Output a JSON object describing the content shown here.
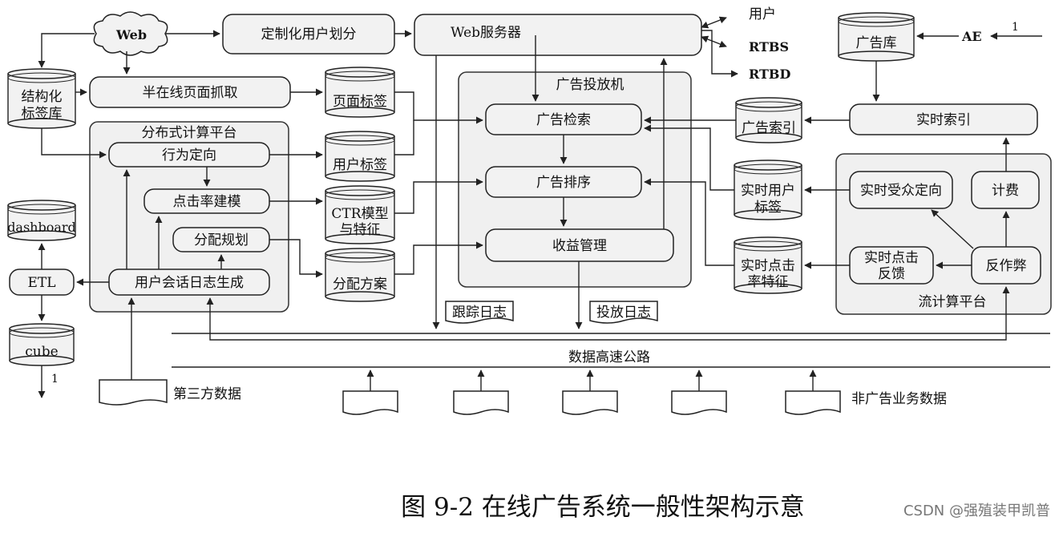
{
  "labels": {
    "web": "Web",
    "custom_user_partition": "定制化用户划分",
    "web_server": "Web服务器",
    "user": "用户",
    "rtbs": "RTBS",
    "rtbd": "RTBD",
    "ad_repository": "广告库",
    "ae": "AE",
    "one_top": "1",
    "struct_tag_lib_1": "结构化",
    "struct_tag_lib_2": "标签库",
    "semi_online_crawl": "半在线页面抓取",
    "page_tags": "页面标签",
    "ad_delivery": "广告投放机",
    "ad_retrieval": "广告检索",
    "ad_index": "广告索引",
    "realtime_index": "实时索引",
    "distributed_platform": "分布式计算平台",
    "behavior_targeting": "行为定向",
    "user_tags": "用户标签",
    "ad_ranking": "广告排序",
    "rt_user_tags_1": "实时用户",
    "rt_user_tags_2": "标签",
    "rt_audience_targeting": "实时受众定向",
    "billing": "计费",
    "dashboard": "dashboard",
    "ctr_modeling": "点击率建模",
    "ctr_model_1": "CTR模型",
    "ctr_model_2": "与特征",
    "allocation_planning": "分配规划",
    "revenue_management": "收益管理",
    "rt_ctr_feature_1": "实时点击",
    "rt_ctr_feature_2": "率特征",
    "rt_click_feedback_1": "实时点击",
    "rt_click_feedback_2": "反馈",
    "anti_fraud": "反作弊",
    "etl": "ETL",
    "session_log_gen": "用户会话日志生成",
    "allocation_plan": "分配方案",
    "stream_platform": "流计算平台",
    "tracking_log": "跟踪日志",
    "delivery_log": "投放日志",
    "cube": "cube",
    "data_highway": "数据高速公路",
    "one_bottom": "1",
    "third_party_data": "第三方数据",
    "non_ad_business_data": "非广告业务数据"
  },
  "caption": "图 9-2  在线广告系统一般性架构示意",
  "watermark": "CSDN @强殖装甲凯普"
}
